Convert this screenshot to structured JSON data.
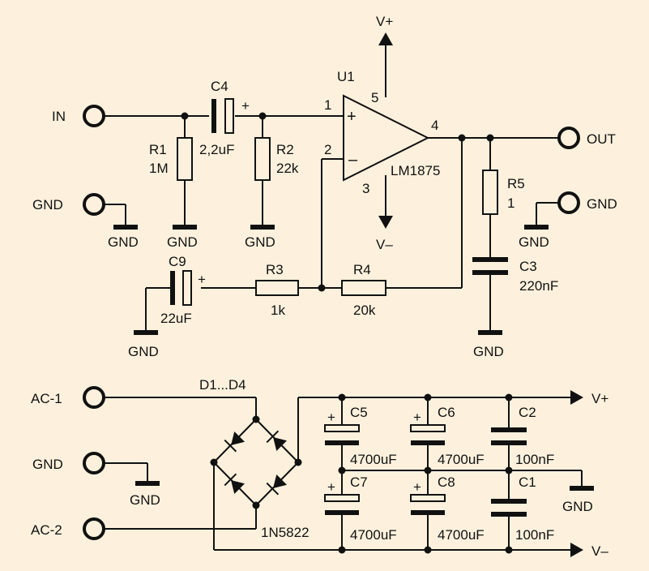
{
  "amp": {
    "ic_ref": "U1",
    "ic_part": "LM1875",
    "pin1": "1",
    "pin2": "2",
    "pin3": "3",
    "pin4": "4",
    "pin5": "5",
    "in_label": "IN",
    "out_label": "OUT",
    "gnd_label": "GND",
    "vplus": "V+",
    "vminus": "V–",
    "plus_sign": "+",
    "minus_sign": "–",
    "c4_ref": "C4",
    "c4_val": "2,2uF",
    "r1_ref": "R1",
    "r1_val": "1M",
    "r2_ref": "R2",
    "r2_val": "22k",
    "c9_ref": "C9",
    "c9_val": "22uF",
    "r3_ref": "R3",
    "r3_val": "1k",
    "r4_ref": "R4",
    "r4_val": "20k",
    "r5_ref": "R5",
    "r5_val": "1",
    "c3_ref": "C3",
    "c3_val": "220nF"
  },
  "psu": {
    "ac1": "AC-1",
    "ac2": "AC-2",
    "gnd_label": "GND",
    "bridge_ref": "D1...D4",
    "bridge_part": "1N5822",
    "vplus": "V+",
    "vminus": "V–",
    "plus_sign": "+",
    "c5_ref": "C5",
    "c5_val": "4700uF",
    "c6_ref": "C6",
    "c6_val": "4700uF",
    "c2_ref": "C2",
    "c2_val": "100nF",
    "c7_ref": "C7",
    "c7_val": "4700uF",
    "c8_ref": "C8",
    "c8_val": "4700uF",
    "c1_ref": "C1",
    "c1_val": "100nF"
  }
}
